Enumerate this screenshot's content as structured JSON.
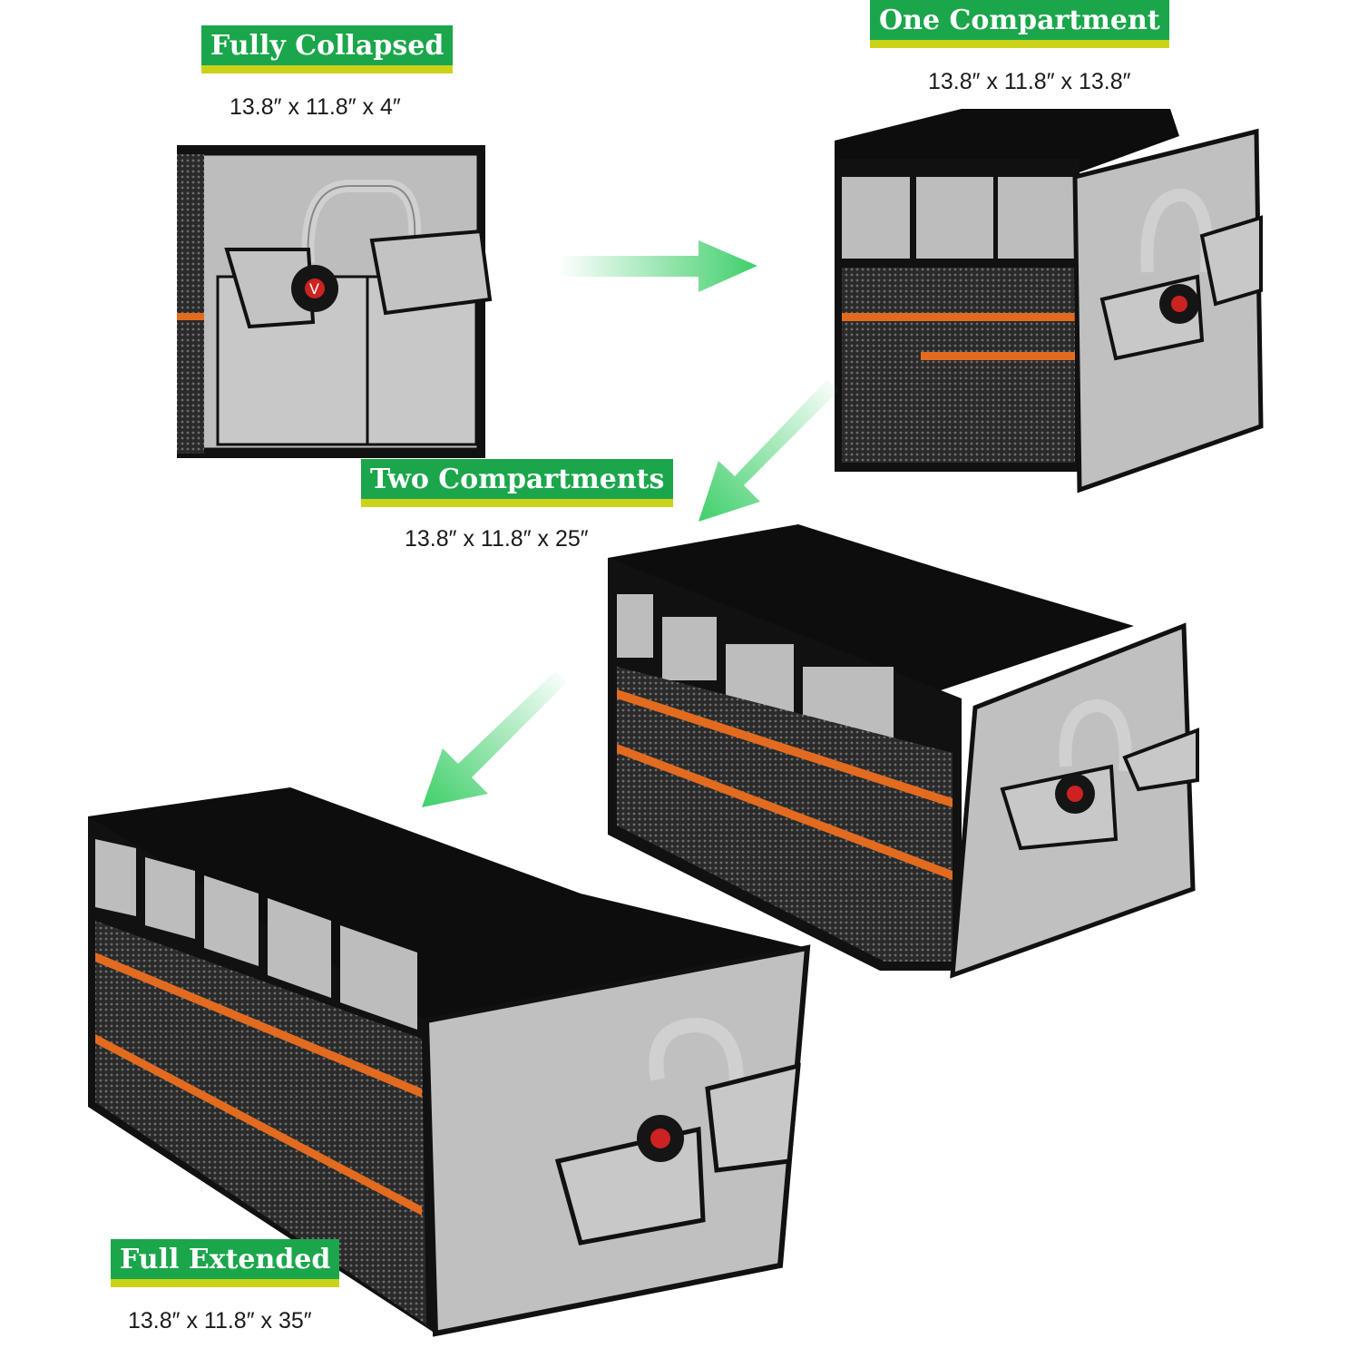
{
  "labels": {
    "collapsed": {
      "title": "Fully Collapsed",
      "dims": "13.8″  x 11.8″  x 4″"
    },
    "one": {
      "title": "One Compartment",
      "dims": "13.8″  x 11.8″  x 13.8″"
    },
    "two": {
      "title": "Two Compartments",
      "dims": "13.8″  x 11.8″  x 25″"
    },
    "full": {
      "title": "Full Extended",
      "dims": "13.8″  x 11.8″  x 35″"
    }
  },
  "colors": {
    "tag_green": "#1ba64b",
    "tag_underline": "#cbd21a",
    "organizer_grey": "#b9b9b9",
    "organizer_black": "#111111",
    "reflective_stripe": "#e36b1f",
    "arrow_green": "#3fcf6a"
  },
  "icons": [
    "arrow-right-icon",
    "arrow-down-left-icon",
    "arrow-down-left-icon"
  ]
}
